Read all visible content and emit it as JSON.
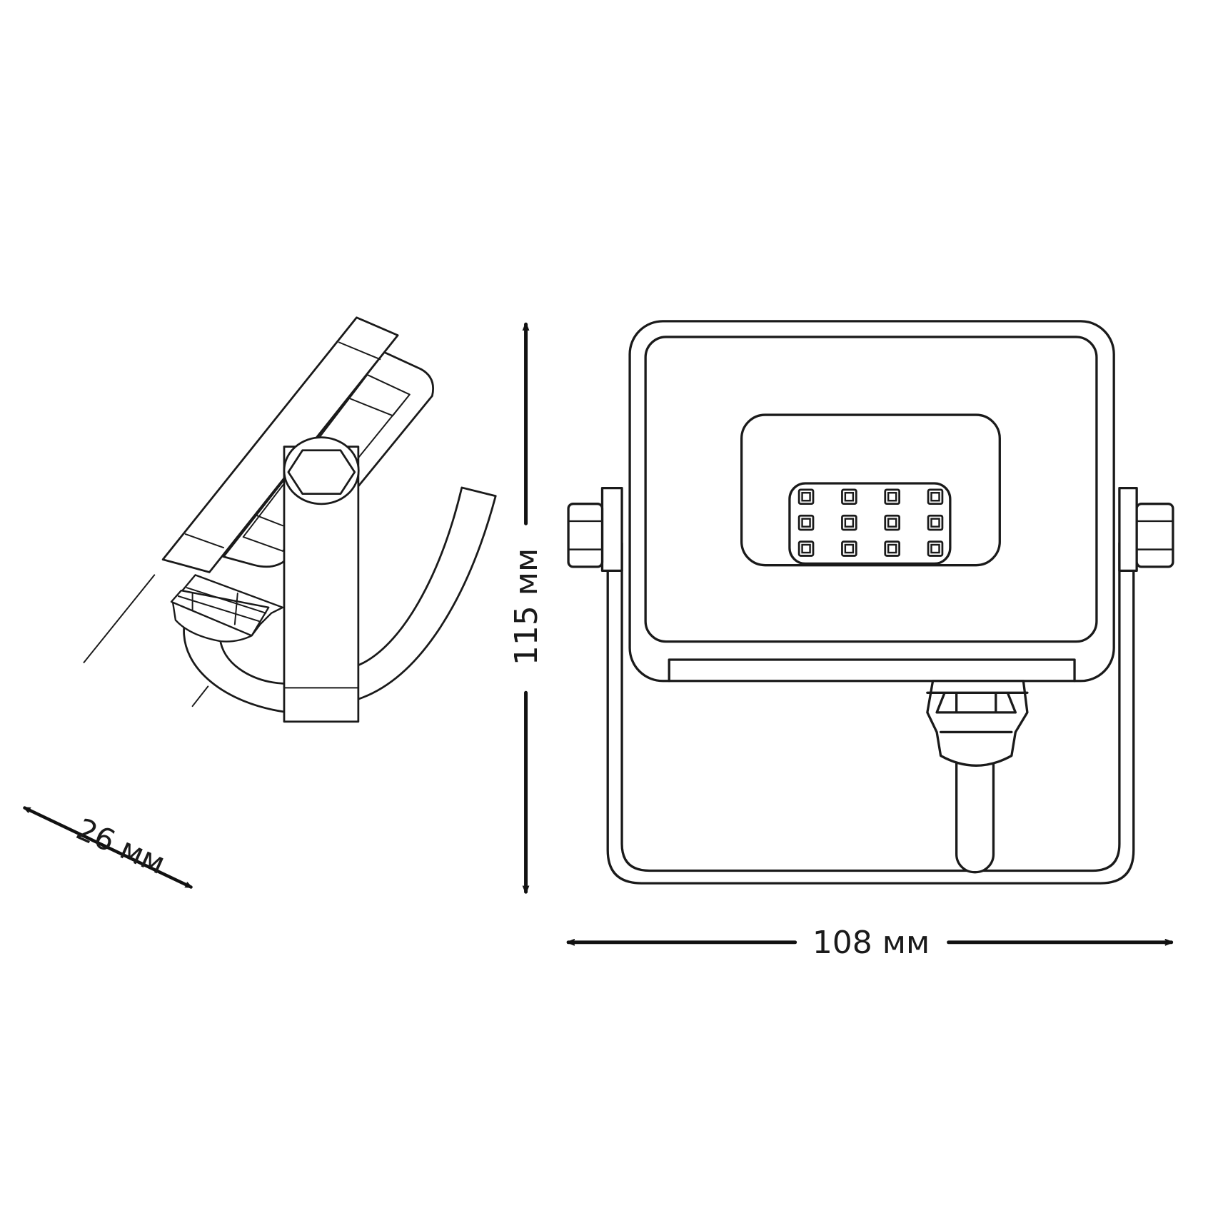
{
  "dimensions": {
    "depth": "26 мм",
    "height": "115 мм",
    "width": "108 мм"
  },
  "led_grid": {
    "rows": 3,
    "cols": 4
  },
  "colors": {
    "line": "#1a1a1a",
    "background": "#ffffff"
  }
}
